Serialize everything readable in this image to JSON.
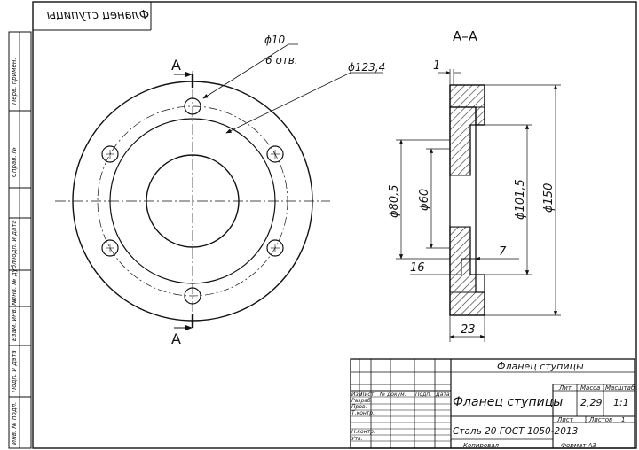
{
  "header_stamp": {
    "text": "Фланец ступицы"
  },
  "side_labels": [
    "Перв. примен.",
    "Справ. №",
    "Подп. и дата",
    "Инв. № дубл.",
    "Взам. инв. №",
    "Подп. и дата",
    "Инв. № подл."
  ],
  "section": {
    "title": "А–А",
    "cut_letter": "А"
  },
  "dimensions": {
    "hole_dia": "ϕ10",
    "hole_count": "6 отв.",
    "pcd": "ϕ123,4",
    "wall": "1",
    "d80": "ϕ80,5",
    "d60": "ϕ60",
    "d101": "ϕ101,5",
    "d150": "ϕ150",
    "dim16": "16",
    "dim7": "7",
    "dim23": "23"
  },
  "title_block": {
    "top_name": "Фланец ступицы",
    "doc_name": "Фланец ступицы",
    "material": "Сталь 20  ГОСТ 1050-2013",
    "headers": {
      "izm": "Изм",
      "list": "Лист",
      "ndok": "№ докум.",
      "podp": "Подп.",
      "data": "Дата"
    },
    "roles": [
      "Разраб.",
      "Пров.",
      "Т.контр.",
      "Н.контр.",
      "Утв."
    ],
    "lit_label": "Лит.",
    "mass_label": "Масса",
    "scale_label": "Масштаб",
    "mass_value": "2,29",
    "scale_value": "1:1",
    "sheet_label": "Лист",
    "sheets_label": "Листов",
    "sheets_value": "1",
    "copied": "Копировал",
    "format": "Формат  А3"
  }
}
